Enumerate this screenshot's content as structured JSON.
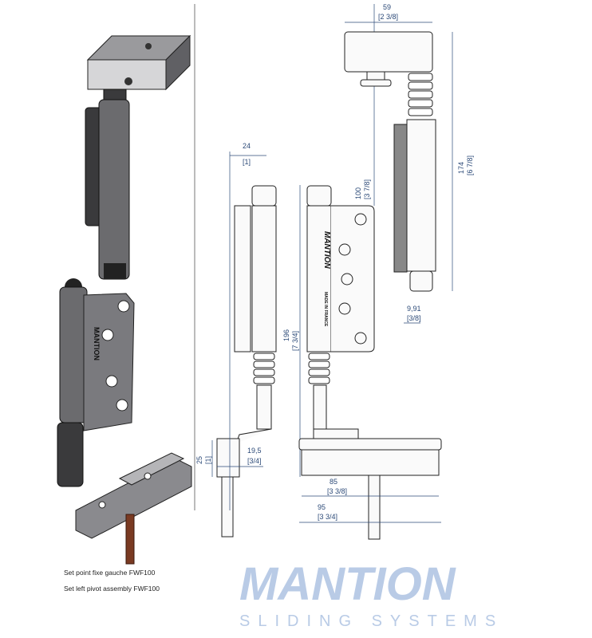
{
  "watermark": {
    "brand": "MANTION",
    "tagline": "SLIDING SYSTEMS"
  },
  "part_marking": {
    "brand": "MANTION",
    "origin": "MADE IN FRANCE"
  },
  "dimensions": {
    "top_width": {
      "mm": "59",
      "in": "[2 3/8]"
    },
    "total_height_right": {
      "mm": "174",
      "in": "[6 7/8]"
    },
    "leaf_height": {
      "mm": "100",
      "in": "[3 7/8]"
    },
    "pin_offset": {
      "mm": "9,91",
      "in": "[3/8]"
    },
    "side_width": {
      "mm": "24",
      "in": "[1]"
    },
    "total_height": {
      "mm": "196",
      "in": "[7 3/4]"
    },
    "base_height": {
      "mm": "25",
      "in": "[1]"
    },
    "base_depth": {
      "mm": "19,5",
      "in": "[3/4]"
    },
    "base_inner": {
      "mm": "85",
      "in": "[3 3/8]"
    },
    "base_outer": {
      "mm": "95",
      "in": "[3 3/4]"
    }
  },
  "captions": {
    "fr": "Set point fixe gauche FWF100",
    "en": "Set left pivot assembly FWF100"
  }
}
